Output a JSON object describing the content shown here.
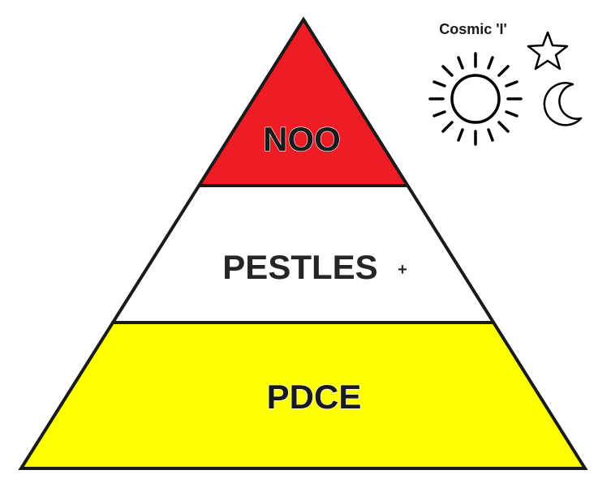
{
  "pyramid": {
    "tiers": [
      {
        "label": "NOO",
        "suffix": "",
        "color": "#ee1c24"
      },
      {
        "label": "PESTLES",
        "suffix": "+",
        "color": "#ffffff"
      },
      {
        "label": "PDCE",
        "suffix": "",
        "color": "#ffff00"
      }
    ],
    "outline_color": "#1a1a1a"
  },
  "cosmic": {
    "label": "Cosmic 'I'",
    "icons": [
      "sun-icon",
      "star-icon",
      "moon-icon"
    ]
  }
}
